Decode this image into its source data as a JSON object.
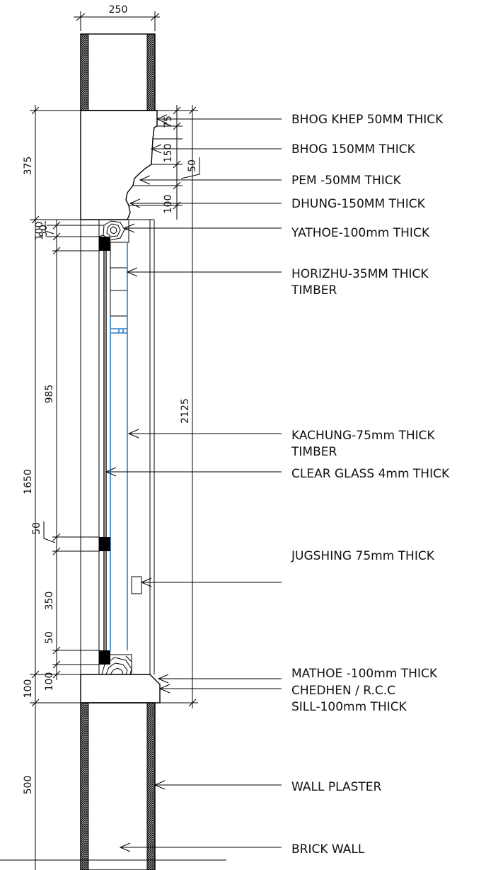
{
  "dimensions": {
    "top_width": "250",
    "lintel_total": "375",
    "bhog_khep": "75",
    "bhog": "150",
    "pem": "50",
    "dhung": "100",
    "yathoe": "100",
    "frame_upper_small": "50",
    "upper_glass": "985",
    "frame_total": "1650",
    "overall_right": "2125",
    "mid_rail": "50",
    "lower_glass": "350",
    "bottom_rail": "50",
    "mathoe": "100",
    "sill": "100",
    "lower_wall": "500"
  },
  "labels": [
    {
      "id": "bhog-khep",
      "lines": [
        "BHOG KHEP 50MM THICK"
      ]
    },
    {
      "id": "bhog",
      "lines": [
        "BHOG 150MM THICK"
      ]
    },
    {
      "id": "pem",
      "lines": [
        "PEM -50MM THICK"
      ]
    },
    {
      "id": "dhung",
      "lines": [
        "DHUNG-150MM THICK"
      ]
    },
    {
      "id": "yathoe",
      "lines": [
        "YATHOE-100mm THICK"
      ]
    },
    {
      "id": "horizhu",
      "lines": [
        "HORIZHU-35MM THICK",
        "TIMBER"
      ]
    },
    {
      "id": "kachung",
      "lines": [
        "KACHUNG-75mm THICK",
        "TIMBER"
      ]
    },
    {
      "id": "clear-glass",
      "lines": [
        "CLEAR GLASS 4mm THICK"
      ]
    },
    {
      "id": "jugshing",
      "lines": [
        "JUGSHING 75mm THICK"
      ]
    },
    {
      "id": "mathoe",
      "lines": [
        "MATHOE -100mm THICK"
      ]
    },
    {
      "id": "chedhen",
      "lines": [
        "CHEDHEN / R.C.C",
        "SILL-100mm THICK"
      ]
    },
    {
      "id": "wall-plaster",
      "lines": [
        "WALL PLASTER"
      ]
    },
    {
      "id": "brick-wall",
      "lines": [
        "BRICK WALL"
      ]
    }
  ]
}
